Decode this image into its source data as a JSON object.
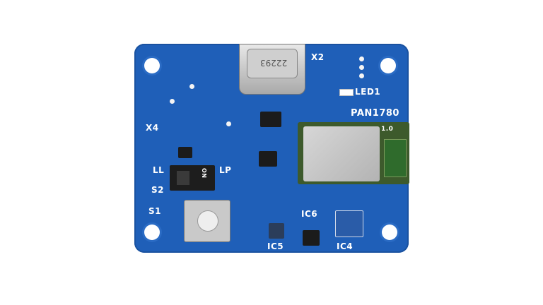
{
  "board": {
    "color": "#1f5fb8",
    "labels": {
      "x2": "X2",
      "x4": "X4",
      "led1": "LED1",
      "pan": "PAN1780",
      "ll": "LL",
      "lp": "LP",
      "s2": "S2",
      "s1": "S1",
      "ic6": "IC6",
      "ic5": "IC5",
      "ic4": "IC4",
      "usb_marking": "22293",
      "module_version": "1.0",
      "switch_on": "ON"
    }
  }
}
